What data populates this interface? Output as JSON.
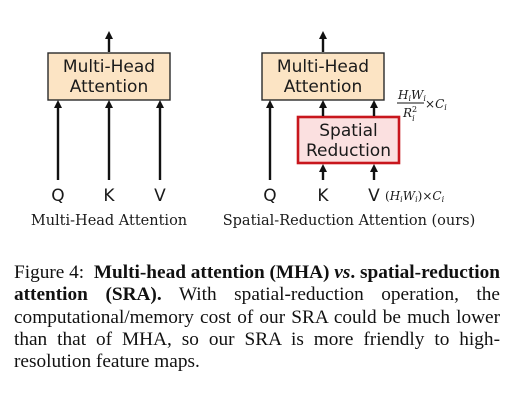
{
  "left": {
    "box_line1": "Multi-Head",
    "box_line2": "Attention",
    "inputs": [
      "Q",
      "K",
      "V"
    ],
    "caption": "Multi-Head Attention"
  },
  "right": {
    "top_box_line1": "Multi-Head",
    "top_box_line2": "Attention",
    "sr_line1": "Spatial",
    "sr_line2": "Reduction",
    "inputs": [
      "Q",
      "K",
      "V"
    ],
    "caption": "Spatial-Reduction Attention (ours)",
    "annotation_reduced": {
      "numerator": "H",
      "numerator_sub": "i",
      "numerator2": "W",
      "numerator2_sub": "i",
      "denominator": "R",
      "denominator_sup": "2",
      "denominator_sub": "i",
      "times": "×",
      "channels": "C",
      "channels_sub": "i"
    },
    "annotation_input": {
      "open": "(",
      "h": "H",
      "h_sub": "i",
      "w": "W",
      "w_sub": "i",
      "close": ")",
      "times": "×",
      "c": "C",
      "c_sub": "i"
    }
  },
  "colors": {
    "mha_fill": "#fce4c4",
    "mha_stroke": "#2a2a2a",
    "sr_fill": "#fbe0e0",
    "sr_stroke": "#c8161d",
    "arrow": "#111111"
  },
  "figure_caption": {
    "label": "Figure 4:",
    "bold": "Multi-head attention (MHA)",
    "vs": "vs",
    "bold2": ". spatial-reduction attention (SRA).",
    "rest": " With spatial-reduction operation, the computational/memory cost of our SRA could be much lower than that of MHA, so our SRA is more friendly to high-resolution feature maps."
  }
}
